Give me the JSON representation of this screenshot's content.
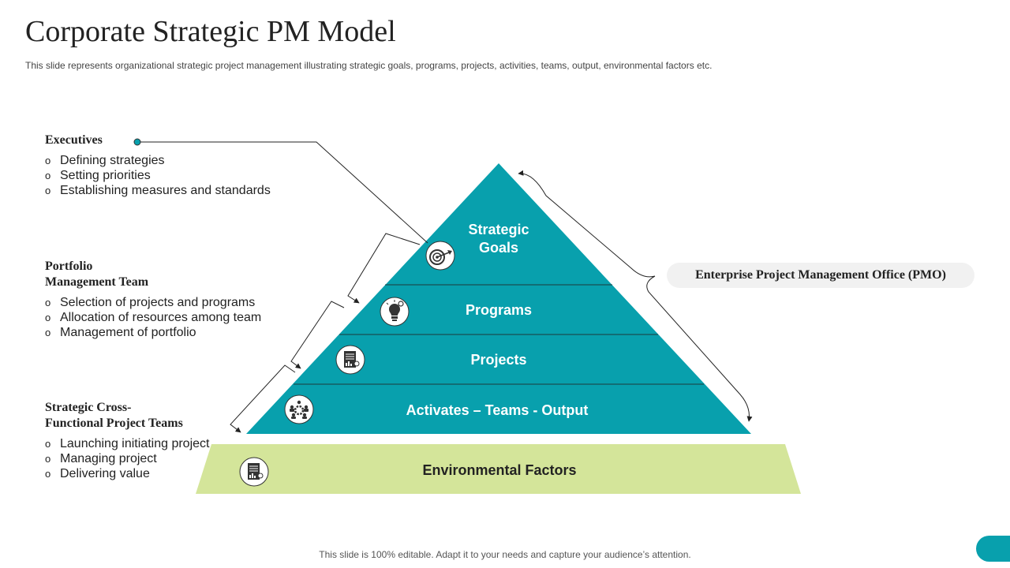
{
  "header": {
    "title": "Corporate Strategic PM Model",
    "subtitle": "This slide represents organizational strategic project management illustrating strategic goals, programs, projects, activities, teams, output, environmental factors etc."
  },
  "left_blocks": [
    {
      "heading_lines": [
        "Executives"
      ],
      "bullets": [
        "Defining strategies",
        "Setting priorities",
        "Establishing measures and standards"
      ]
    },
    {
      "heading_lines": [
        "Portfolio",
        "Management Team"
      ],
      "bullets": [
        "Selection of projects and programs",
        "Allocation of resources among team",
        "Management of portfolio"
      ]
    },
    {
      "heading_lines": [
        "Strategic Cross-",
        "Functional Project Teams"
      ],
      "bullets": [
        "Launching initiating project",
        "Managing project",
        "Delivering value"
      ]
    }
  ],
  "pyramid": {
    "levels": [
      {
        "label_lines": [
          "Strategic",
          "Goals"
        ],
        "icon": "target-icon"
      },
      {
        "label_lines": [
          "Programs"
        ],
        "icon": "lightbulb-icon"
      },
      {
        "label_lines": [
          "Projects"
        ],
        "icon": "document-chart-icon"
      },
      {
        "label_lines": [
          "Activates – Teams - Output"
        ],
        "icon": "team-gear-icon"
      }
    ],
    "base": {
      "label": "Environmental Factors",
      "icon": "document-chart-icon"
    },
    "colors": {
      "pyramid": "#08a0ad",
      "base": "#d4e59a",
      "divider": "#1c3a3c"
    }
  },
  "pmo_label": "Enterprise Project Management Office (PMO)",
  "footer": "This slide is 100% editable. Adapt it to your needs and capture your audience’s attention."
}
